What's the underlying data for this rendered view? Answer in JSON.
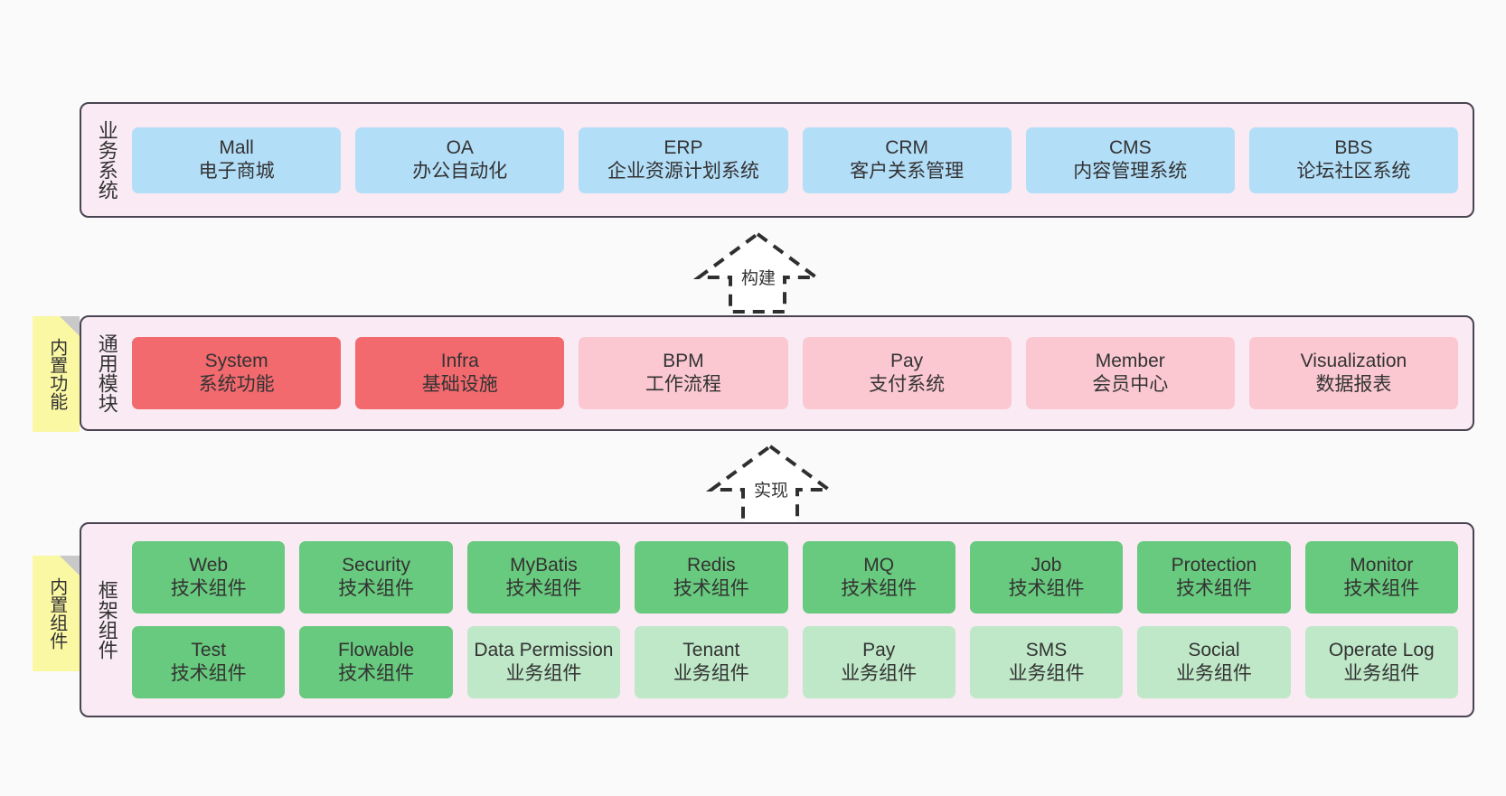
{
  "diagram": {
    "background_color": "#fafafa",
    "panel_color": "#f9eaf3",
    "panel_border_color": "#4a4452",
    "note_color": "#fbf8a3"
  },
  "layers": {
    "business": {
      "title": "业务系统",
      "card_color": "#b3def8",
      "cards": [
        {
          "en": "Mall",
          "cn": "电子商城"
        },
        {
          "en": "OA",
          "cn": "办公自动化"
        },
        {
          "en": "ERP",
          "cn": "企业资源计划系统"
        },
        {
          "en": "CRM",
          "cn": "客户关系管理"
        },
        {
          "en": "CMS",
          "cn": "内容管理系统"
        },
        {
          "en": "BBS",
          "cn": "论坛社区系统"
        }
      ]
    },
    "common": {
      "title": "通用模块",
      "note": "内置功能",
      "card_color_primary": "#f2696e",
      "card_color_secondary": "#fbc8d2",
      "cards": [
        {
          "en": "System",
          "cn": "系统功能",
          "tone": "red"
        },
        {
          "en": "Infra",
          "cn": "基础设施",
          "tone": "red"
        },
        {
          "en": "BPM",
          "cn": "工作流程",
          "tone": "pink"
        },
        {
          "en": "Pay",
          "cn": "支付系统",
          "tone": "pink"
        },
        {
          "en": "Member",
          "cn": "会员中心",
          "tone": "pink"
        },
        {
          "en": "Visualization",
          "cn": "数据报表",
          "tone": "pink"
        }
      ]
    },
    "framework": {
      "title": "框架组件",
      "note": "内置组件",
      "card_color_tech": "#68ca7e",
      "card_color_business": "#bfe8c8",
      "row1": [
        {
          "en": "Web",
          "cn": "技术组件",
          "tone": "green"
        },
        {
          "en": "Security",
          "cn": "技术组件",
          "tone": "green"
        },
        {
          "en": "MyBatis",
          "cn": "技术组件",
          "tone": "green"
        },
        {
          "en": "Redis",
          "cn": "技术组件",
          "tone": "green"
        },
        {
          "en": "MQ",
          "cn": "技术组件",
          "tone": "green"
        },
        {
          "en": "Job",
          "cn": "技术组件",
          "tone": "green"
        },
        {
          "en": "Protection",
          "cn": "技术组件",
          "tone": "green"
        },
        {
          "en": "Monitor",
          "cn": "技术组件",
          "tone": "green"
        }
      ],
      "row2": [
        {
          "en": "Test",
          "cn": "技术组件",
          "tone": "green"
        },
        {
          "en": "Flowable",
          "cn": "技术组件",
          "tone": "green"
        },
        {
          "en": "Data Permission",
          "cn": "业务组件",
          "tone": "lightgreen"
        },
        {
          "en": "Tenant",
          "cn": "业务组件",
          "tone": "lightgreen"
        },
        {
          "en": "Pay",
          "cn": "业务组件",
          "tone": "lightgreen"
        },
        {
          "en": "SMS",
          "cn": "业务组件",
          "tone": "lightgreen"
        },
        {
          "en": "Social",
          "cn": "业务组件",
          "tone": "lightgreen"
        },
        {
          "en": "Operate Log",
          "cn": "业务组件",
          "tone": "lightgreen"
        }
      ]
    }
  },
  "arrows": [
    {
      "id": "build",
      "label": "构建",
      "direction": "up"
    },
    {
      "id": "implement",
      "label": "实现",
      "direction": "up"
    }
  ]
}
